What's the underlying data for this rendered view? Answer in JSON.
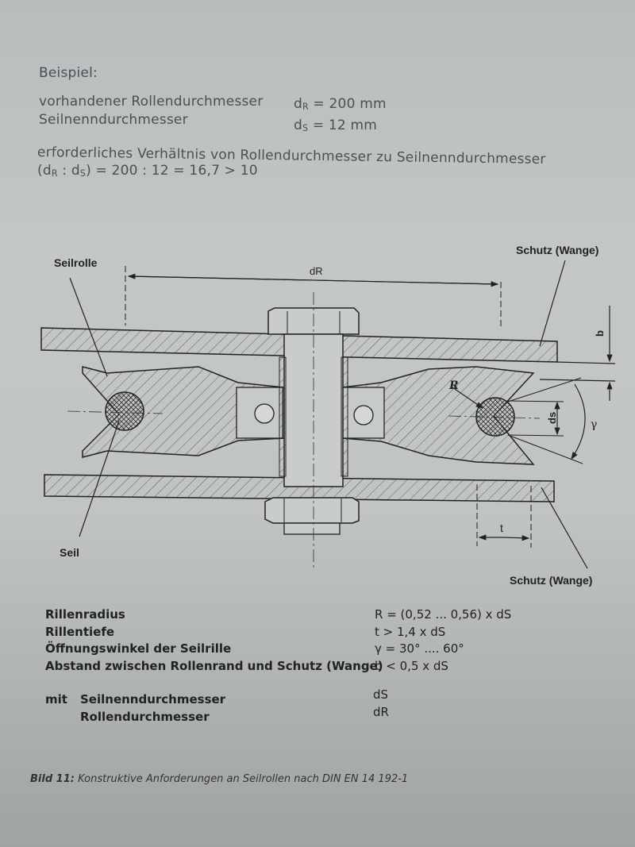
{
  "example": {
    "heading": "Beispiel:",
    "row1_label": "vorhandener Rollendurchmesser",
    "row1_sym": "d",
    "row1_sub": "R",
    "row1_val": " = 200 mm",
    "row2_label": "Seilnenndurchmesser",
    "row2_sym": "d",
    "row2_sub": "S",
    "row2_val": " = 12 mm",
    "ratio_label": "erforderliches Verhältnis von Rollendurchmesser zu Seilnenndurchmesser",
    "ratio_a": "(d",
    "ratio_sub1": "R",
    "ratio_b": " : d",
    "ratio_sub2": "S",
    "ratio_c": ") = 200 : 12 = 16,7 > 10"
  },
  "figure": {
    "label_seilrolle": "Seilrolle",
    "label_seil": "Seil",
    "label_schutz_top": "Schutz (Wange)",
    "label_schutz_bottom": "Schutz (Wange)",
    "dim_dr": "dR",
    "dim_ds": "ds",
    "dim_b": "b",
    "dim_t": "t",
    "dim_r": "R",
    "dim_gamma": "γ"
  },
  "specs": [
    {
      "label": "Rillenradius",
      "formula": "R  =  (0,52 ... 0,56) x dS"
    },
    {
      "label": "Rillentiefe",
      "formula": "t  >  1,4 x dS"
    },
    {
      "label": "Öffnungswinkel der Seilrille",
      "formula": "γ  =  30° .... 60°"
    },
    {
      "label": "Abstand zwischen Rollenrand und Schutz (Wange)",
      "formula": "b  <  0,5 x dS"
    }
  ],
  "mit": {
    "word": "mit",
    "row1_label": "Seilnenndurchmesser",
    "row1_sym": "dS",
    "row2_label": "Rollendurchmesser",
    "row2_sym": "dR"
  },
  "caption": {
    "prefix": "Bild 11:",
    "text": " Konstruktive Anforderungen an Seilrollen nach DIN EN 14 192-1"
  }
}
